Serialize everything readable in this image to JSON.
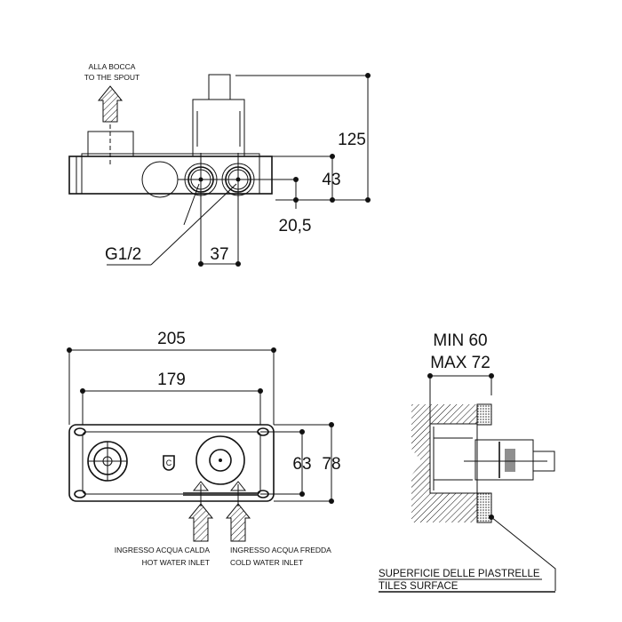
{
  "top_view": {
    "spout_label_it": "ALLA BOCCA",
    "spout_label_en": "TO THE SPOUT",
    "dim_height_total": "125",
    "dim_height_body": "43",
    "dim_offset": "20,5",
    "dim_spacing": "37",
    "thread": "G1/2"
  },
  "front_view": {
    "dim_width_outer": "205",
    "dim_width_inner": "179",
    "dim_height_inner": "63",
    "dim_height_outer": "78",
    "hot_inlet_it": "INGRESSO ACQUA CALDA",
    "hot_inlet_en": "HOT WATER INLET",
    "cold_inlet_it": "INGRESSO ACQUA FREDDA",
    "cold_inlet_en": "COLD WATER INLET"
  },
  "side_view": {
    "depth_min": "MIN 60",
    "depth_max": "MAX 72",
    "tiles_it": "SUPERFICIE DELLE PIASTRELLE",
    "tiles_en": "TILES SURFACE"
  }
}
